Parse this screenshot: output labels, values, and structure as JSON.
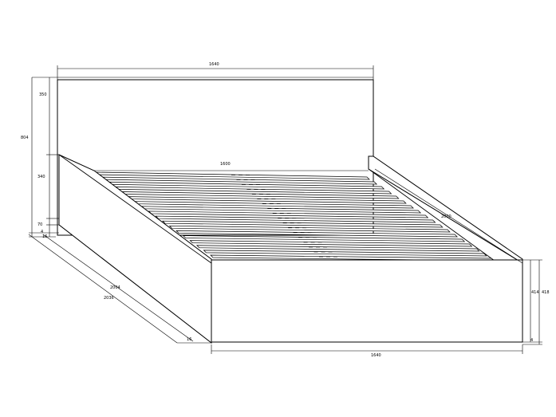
{
  "dimensions": {
    "headboard_width": "1640",
    "headboard_top_height": "350",
    "total_height": "804",
    "frame_side_height": "340",
    "leg_height": "70",
    "base_gap": "4",
    "bottom_offset": "16",
    "inner_width": "1600",
    "inner_length": "2000",
    "side_length_outer": "2036",
    "side_length_inner": "2004",
    "foot_offset": "16",
    "footboard_width": "1640",
    "footboard_height_inner": "414",
    "footboard_height_outer": "418",
    "footboard_gap": "4"
  }
}
